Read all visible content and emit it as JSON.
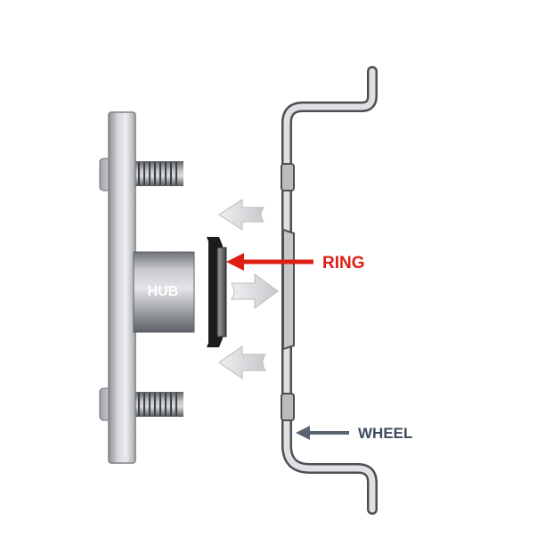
{
  "labels": {
    "hub": "HUB",
    "ring": "RING",
    "wheel": "WHEEL"
  },
  "colors": {
    "background": "#ffffff",
    "ring_arrow": "#dd1f16",
    "wheel_arrow": "#5a6470",
    "wheel_label": "#3d4a5c",
    "hub_label": "#ffffff",
    "motion_arrows": "#d3d4d7",
    "metal_dark": "#6f7276",
    "metal_light": "#e6e7ea",
    "ring_part": "#1c1c1c",
    "outline": "#4d4f52"
  },
  "icons": {
    "ring_pointer": "arrow-left-icon",
    "wheel_pointer": "arrow-left-icon",
    "motion_out": "arrow-left-icon",
    "motion_in": "arrow-right-icon"
  }
}
